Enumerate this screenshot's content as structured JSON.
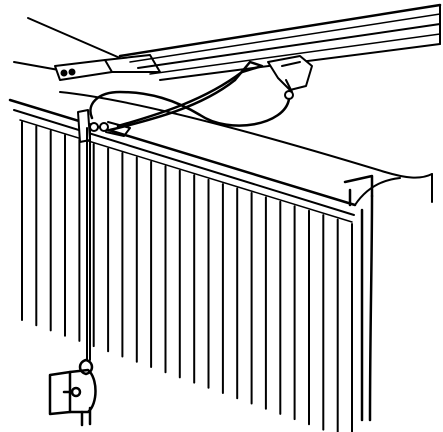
{
  "figure": {
    "ink_color": "#000000",
    "paper_color": "#ffffff",
    "components": [
      "rail-track",
      "mounting-bracket",
      "cable-arm",
      "valance-box",
      "vertical-slats",
      "pull-cord",
      "cord-weight"
    ],
    "slat_count": 24
  }
}
